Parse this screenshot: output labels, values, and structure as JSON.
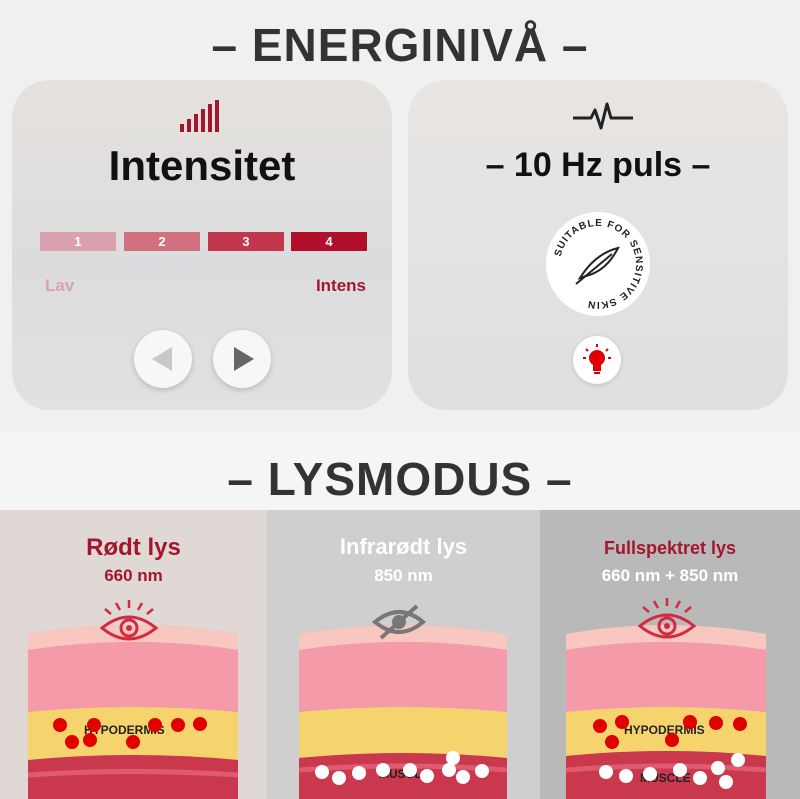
{
  "energy": {
    "title": "– ENERGINIVÅ –",
    "intensity": {
      "signal_icon": "signal-bars-icon",
      "title": "Intensitet",
      "levels": [
        "1",
        "2",
        "3",
        "4"
      ],
      "level_colors": [
        "#d9a0ad",
        "#d1717f",
        "#c2374c",
        "#b2102a"
      ],
      "low_label": "Lav",
      "high_label": "Intens",
      "prev_icon": "triangle-left-icon",
      "next_icon": "triangle-right-icon"
    },
    "pulse": {
      "pulse_icon": "heartbeat-pulse-icon",
      "title": "– 10 Hz puls –",
      "badge_icon": "feather-icon",
      "badge_text": "SUITABLE FOR SENSITIVE SKIN",
      "bulb_icon": "light-bulb-icon"
    }
  },
  "light_modes": {
    "title": "– LYSMODUS –",
    "modes": [
      {
        "name": "Rødt lys",
        "nm": "660 nm",
        "icon": "eye-visible-icon",
        "layer1": "HYPODERMIS"
      },
      {
        "name": "Infrarødt lys",
        "nm": "850 nm",
        "icon": "eye-hidden-icon",
        "layer2": "MUSCLE"
      },
      {
        "name": "Fullspektret lys",
        "nm": "660 nm + 850 nm",
        "icon": "eye-visible-icon",
        "layer1": "HYPODERMIS",
        "layer2": "MUSCLE"
      }
    ],
    "colors": {
      "red": "#e00000",
      "accent": "#a3172e",
      "white": "#ffffff"
    }
  }
}
